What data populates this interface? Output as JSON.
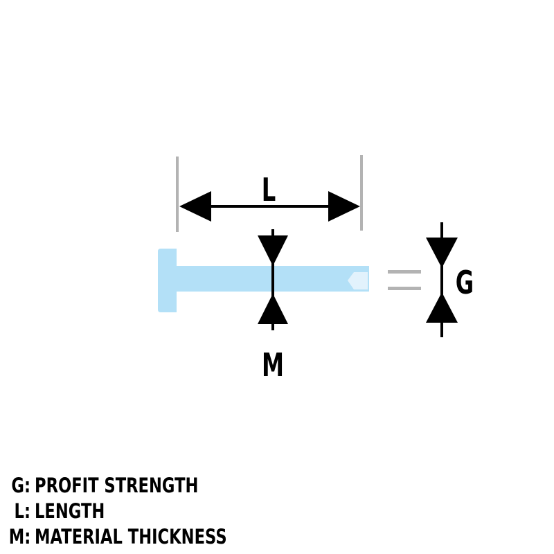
{
  "diagram": {
    "dimension_letters": {
      "length": "L",
      "material": "M",
      "grip": "G"
    },
    "colors": {
      "rivet_body": "#b3e0f7",
      "rivet_tip": "#e2f2fc",
      "extension_line": "#b3b3b3",
      "dimension": "#000000"
    },
    "icons": {
      "rivet": "blind-rivet-icon",
      "equals": "equals-icon",
      "arrow": "arrow-head-icon"
    }
  },
  "legend": [
    {
      "key": "G:",
      "text": "PROFIT STRENGTH"
    },
    {
      "key": "L:",
      "text": "LENGTH"
    },
    {
      "key": "M:",
      "text": "MATERIAL THICKNESS"
    }
  ]
}
